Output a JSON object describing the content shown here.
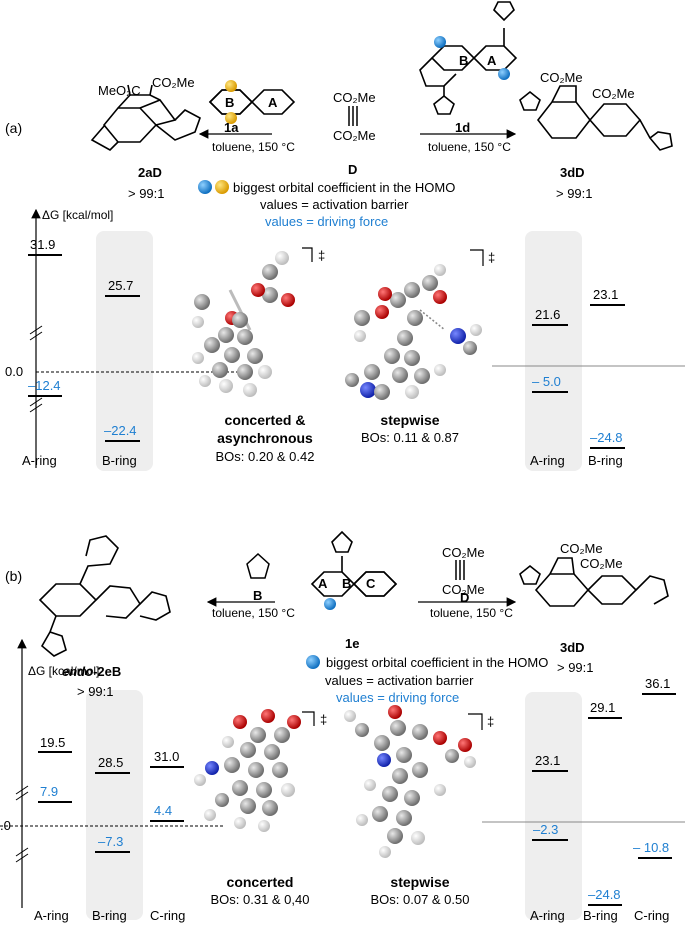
{
  "colors": {
    "blue": "#1f7fd1",
    "orange": "#f2b800",
    "band": "#eeeeee",
    "red": "#cc1111",
    "gray": "#8c8c8c",
    "nitrogen": "#2233cc"
  },
  "panel_a": {
    "label": "(a)",
    "reactant": "1a",
    "ring_B": "B",
    "ring_A": "A",
    "reagent_D": "D",
    "reagent_D_top": "CO₂Me",
    "reagent_D_bottom": "CO₂Me",
    "left_conditions": "toluene, 150 °C",
    "left_product": "2aD",
    "left_ratio": "> 99:1",
    "left_ester1": "MeO₂C",
    "left_ester2": "CO₂Me",
    "right_reactant": "1d",
    "right_conditions": "toluene, 150 °C",
    "right_product": "3dD",
    "right_ratio": "> 99:1",
    "right_ester1": "CO₂Me",
    "right_ester2": "CO₂Me",
    "right_ring_B": "B",
    "right_ring_A": "A",
    "legend": "biggest orbital coefficient in the HOMO",
    "legend_values": "values = activation barrier",
    "legend_driving": "values = driving force",
    "axis_label": "ΔG [kcal/mol]",
    "zero": "0.0",
    "left_values": {
      "a_barrier": "31.9",
      "b_barrier": "25.7",
      "a_driving": "–12.4",
      "b_driving": "–22.4"
    },
    "right_values": {
      "a_barrier": "21.6",
      "b_barrier": "23.1",
      "a_driving": "– 5.0",
      "b_driving": "–24.8"
    },
    "ring_labels": {
      "a": "A-ring",
      "b": "B-ring"
    },
    "ts_left_title1": "concerted &",
    "ts_left_title2": "asynchronous",
    "ts_left_bos": "BOs: 0.20 & 0.42",
    "ts_right_title": "stepwise",
    "ts_right_bos": "BOs: 0.11 & 0.87",
    "ddagger": "‡"
  },
  "panel_b": {
    "label": "(b)",
    "reagent_B": "B",
    "left_conditions": "toluene, 150 °C",
    "left_product_prefix": "endo",
    "left_product": "-2eB",
    "left_ratio": "> 99:1",
    "reactant": "1e",
    "ring_A": "A",
    "ring_B": "B",
    "ring_C": "C",
    "reagent_D": "D",
    "reagent_D_top": "CO₂Me",
    "reagent_D_bottom": "CO₂Me",
    "right_conditions": "toluene, 150 °C",
    "right_product": "3dD",
    "right_ratio": "> 99:1",
    "right_ester1": "CO₂Me",
    "right_ester2": "CO₂Me",
    "legend": "biggest orbital coefficient in the HOMO",
    "legend_values": "values = activation barrier",
    "legend_driving": "values = driving force",
    "axis_label": "ΔG [kcal/mol]",
    "zero": ".0",
    "left_values": {
      "a_barrier": "19.5",
      "b_barrier": "28.5",
      "c_barrier": "31.0",
      "a_driving": "7.9",
      "b_driving": "–7.3",
      "c_driving": "4.4"
    },
    "right_values": {
      "a_barrier": "23.1",
      "b_barrier": "29.1",
      "c_barrier": "36.1",
      "a_driving": "–2.3",
      "b_driving": "–24.8",
      "c_driving": "– 10.8"
    },
    "ring_labels": {
      "a": "A-ring",
      "b": "B-ring",
      "c": "C-ring"
    },
    "ts_left_title": "concerted",
    "ts_left_bos": "BOs: 0.31 & 0,40",
    "ts_right_title": "stepwise",
    "ts_right_bos": "BOs: 0.07 & 0.50",
    "ddagger": "‡"
  }
}
